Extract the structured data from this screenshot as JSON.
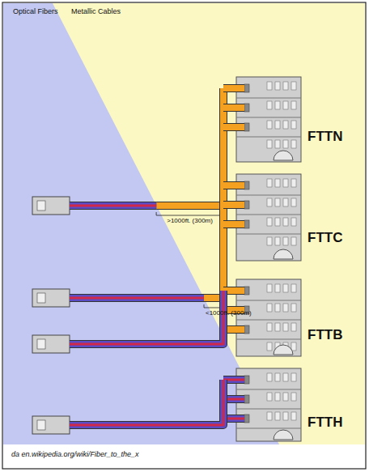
{
  "diagram": {
    "caption": "da en.wikipedia.org/wiki/Fiber_to_the_x",
    "labels": [
      "Optical Fibers",
      "Metallic Cables",
      ">1000ft. (300m)",
      "FTTN",
      "<1000ft. (300m)",
      "FTTC",
      "FTTB",
      "FTTH"
    ]
  }
}
